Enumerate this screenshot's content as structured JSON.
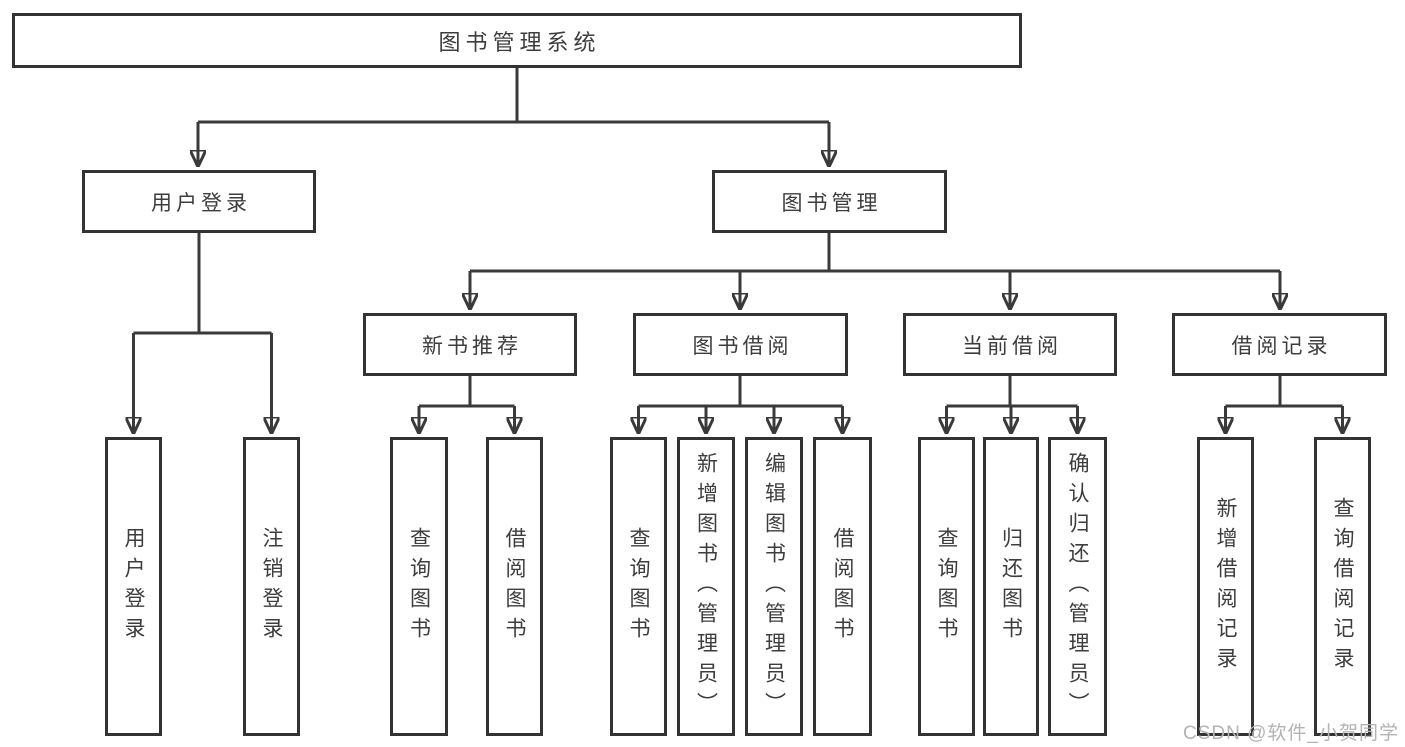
{
  "tree": {
    "label": "图书管理系统",
    "children": [
      {
        "label": "用户登录",
        "children": [
          {
            "label": "用户登录"
          },
          {
            "label": "注销登录"
          }
        ]
      },
      {
        "label": "图书管理",
        "children": [
          {
            "label": "新书推荐",
            "children": [
              {
                "label": "查询图书"
              },
              {
                "label": "借阅图书"
              }
            ]
          },
          {
            "label": "图书借阅",
            "children": [
              {
                "label": "查询图书"
              },
              {
                "label": "新增图书（管理员）"
              },
              {
                "label": "编辑图书（管理员）"
              },
              {
                "label": "借阅图书"
              }
            ]
          },
          {
            "label": "当前借阅",
            "children": [
              {
                "label": "查询图书"
              },
              {
                "label": "归还图书"
              },
              {
                "label": "确认归还（管理员）"
              }
            ]
          },
          {
            "label": "借阅记录",
            "children": [
              {
                "label": "新增借阅记录"
              },
              {
                "label": "查询借阅记录"
              }
            ]
          }
        ]
      }
    ]
  },
  "watermark": {
    "text": "CSDN @软件_小贺同学"
  },
  "colors": {
    "line": "#3a3a3a",
    "box_border": "#333333",
    "text": "#3d3d3d",
    "watermark": "#b3b3b3",
    "bg": "#ffffff"
  }
}
